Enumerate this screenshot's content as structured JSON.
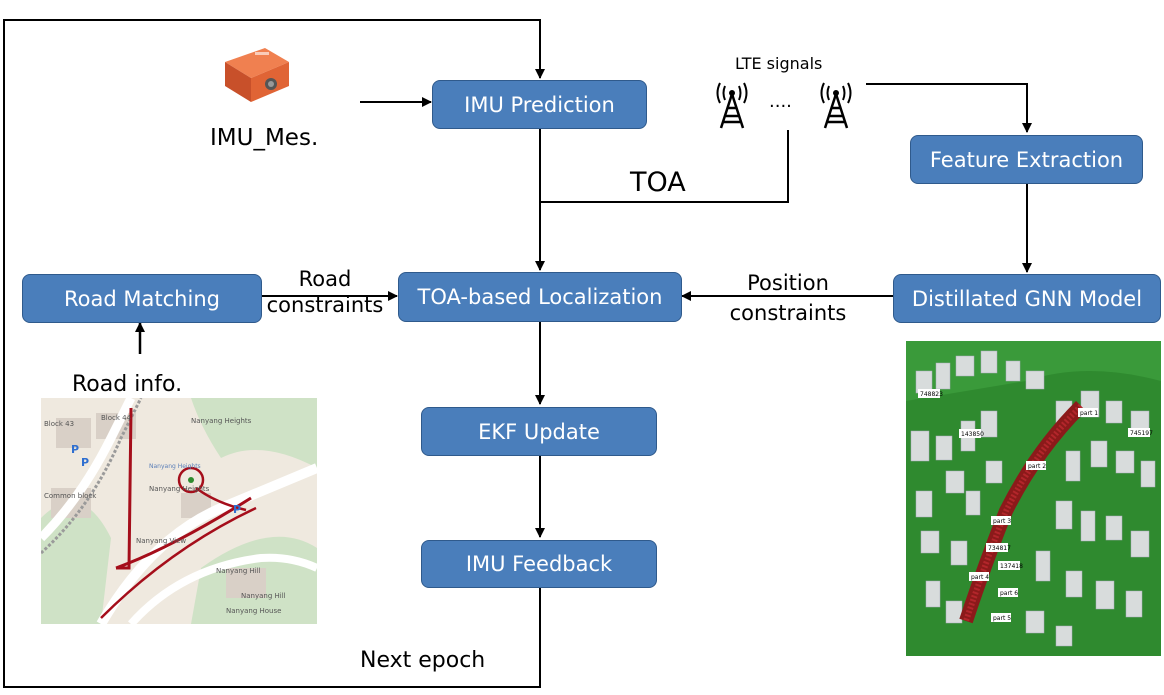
{
  "nodes": {
    "imu_prediction": "IMU Prediction",
    "feature_extraction": "Feature Extraction",
    "road_matching": "Road Matching",
    "toa_localization": "TOA-based Localization",
    "gnn_model": "Distillated GNN Model",
    "ekf_update": "EKF Update",
    "imu_feedback": "IMU Feedback"
  },
  "labels": {
    "imu_mes": "IMU_Mes.",
    "lte_signals": "LTE signals",
    "ellipsis": "····",
    "toa": "TOA",
    "road_line1": "Road",
    "road_line2": "constraints",
    "position_line1": "Position",
    "position_line2": "constraints",
    "road_info": "Road info.",
    "next_epoch": "Next epoch"
  },
  "map": {
    "labels": [
      "Block 43",
      "Block 44",
      "Common block",
      "Nanyang Heights",
      "Nanyang Heights",
      "Nanyang Heights",
      "Nanyang Hill",
      "Nanyang Hill",
      "Nanyang House",
      "Nanyang View",
      "P",
      "P",
      "P"
    ]
  },
  "model3d": {
    "tags": [
      "748823",
      "143850",
      "745197",
      "734817",
      "137418",
      "part 1",
      "part 2",
      "part 3",
      "part 4",
      "part 5",
      "part 6"
    ]
  },
  "colors": {
    "box_fill": "#4a7ebb",
    "box_border": "#2f5a8c",
    "route": "#a50e1b",
    "terrain": "#2f8a2f"
  }
}
